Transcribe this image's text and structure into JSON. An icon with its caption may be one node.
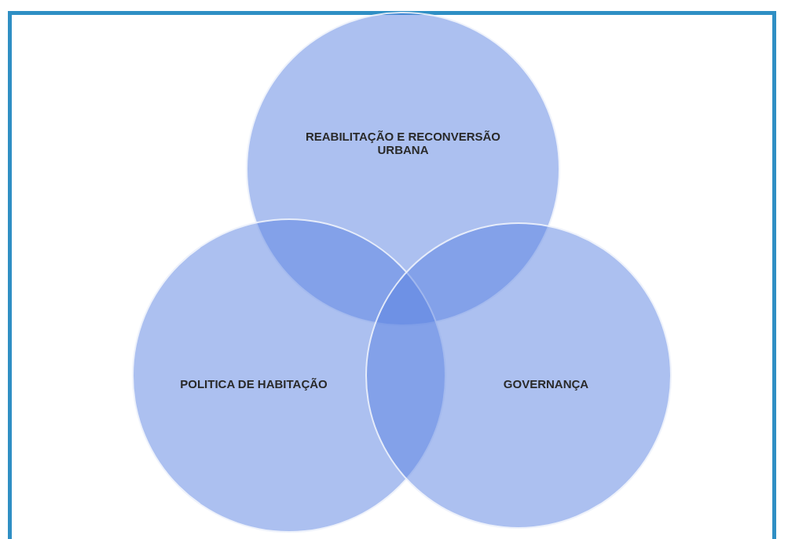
{
  "diagram": {
    "nodes": [
      {
        "text": [
          "REABILITAÇÃO E RECONVERSÃO URBANA"
        ]
      },
      {
        "text": [
          "POLITICA DE HABITAÇÃO"
        ]
      },
      {
        "text": [
          "GOVERNANÇA"
        ]
      }
    ]
  }
}
